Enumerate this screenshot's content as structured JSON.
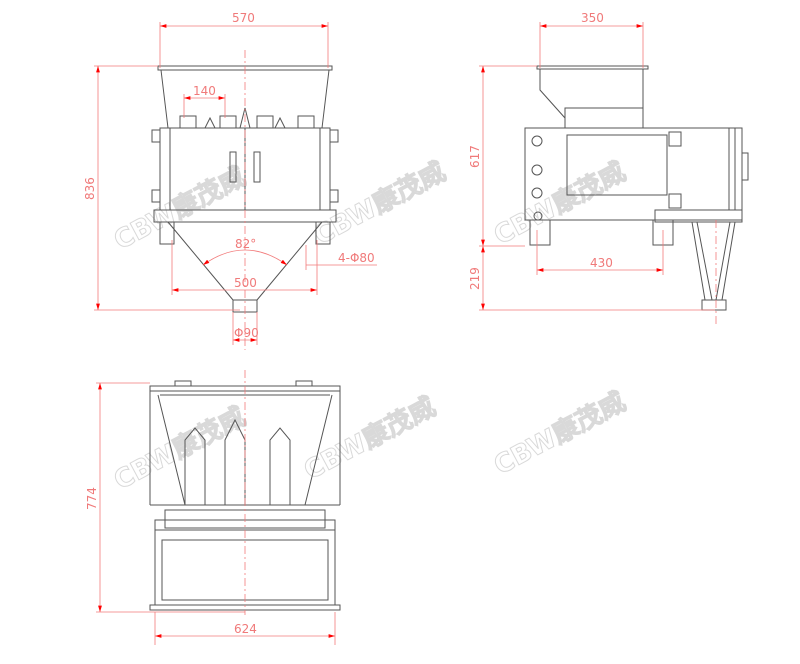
{
  "watermark": "CBW康茂威",
  "front_view": {
    "width_top": "570",
    "pitch": "140",
    "height_total": "836",
    "cone_angle": "82°",
    "foot_span": "500",
    "feet": "4-Φ80",
    "outlet": "Φ90"
  },
  "side_view": {
    "depth_top": "350",
    "body_height": "617",
    "leg_height": "219",
    "foot_span": "430"
  },
  "top_view": {
    "depth": "774",
    "width": "624"
  },
  "colors": {
    "drawing": "#555555",
    "dimension": "#f27b7b",
    "watermark": "#d9d9d9"
  }
}
